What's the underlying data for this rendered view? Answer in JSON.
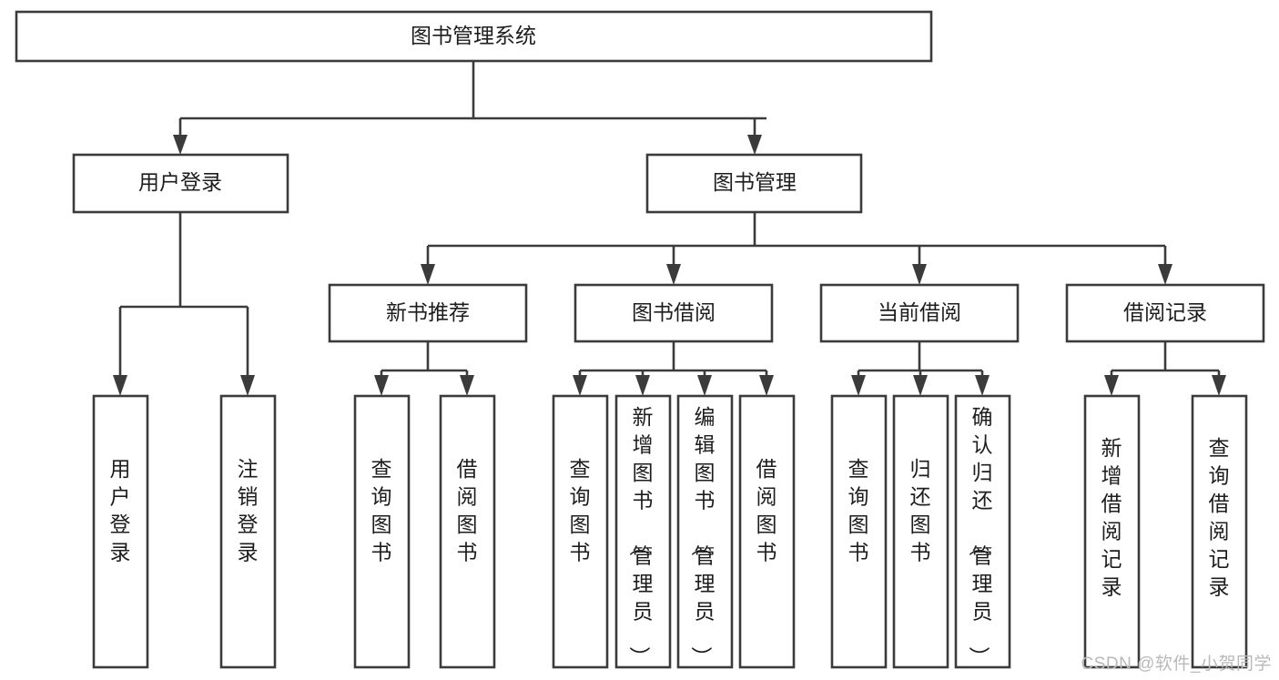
{
  "diagram": {
    "title": "图书管理系统",
    "type": "tree",
    "orientation": "top-down",
    "colors": {
      "stroke": "#3b3b3b",
      "fill": "#ffffff",
      "text": "#1d1d1d",
      "watermark": "#b9b9b9"
    },
    "root": {
      "id": "root",
      "label": "图书管理系统"
    },
    "level1": [
      {
        "id": "user-login",
        "label": "用户登录"
      },
      {
        "id": "book-manage",
        "label": "图书管理"
      }
    ],
    "level2": [
      {
        "id": "new-book-recommend",
        "label": "新书推荐",
        "parent": "book-manage"
      },
      {
        "id": "book-borrow",
        "label": "图书借阅",
        "parent": "book-manage"
      },
      {
        "id": "current-borrow",
        "label": "当前借阅",
        "parent": "book-manage"
      },
      {
        "id": "borrow-record",
        "label": "借阅记录",
        "parent": "book-manage"
      }
    ],
    "leaves": {
      "user-login": [
        {
          "id": "leaf-user-login",
          "label": "用户登录"
        },
        {
          "id": "leaf-user-logout",
          "label": "注销登录"
        }
      ],
      "new-book-recommend": [
        {
          "id": "leaf-query-book-1",
          "label": "查询图书"
        },
        {
          "id": "leaf-borrow-book-1",
          "label": "借阅图书"
        }
      ],
      "book-borrow": [
        {
          "id": "leaf-query-book-2",
          "label": "查询图书"
        },
        {
          "id": "leaf-add-book",
          "label": "新增图书（管理员）"
        },
        {
          "id": "leaf-edit-book",
          "label": "编辑图书（管理员）"
        },
        {
          "id": "leaf-borrow-book-2",
          "label": "借阅图书"
        }
      ],
      "current-borrow": [
        {
          "id": "leaf-query-book-3",
          "label": "查询图书"
        },
        {
          "id": "leaf-return-book",
          "label": "归还图书"
        },
        {
          "id": "leaf-confirm-return",
          "label": "确认归还（管理员）"
        }
      ],
      "borrow-record": [
        {
          "id": "leaf-add-record",
          "label": "新增借阅记录"
        },
        {
          "id": "leaf-query-record",
          "label": "查询借阅记录"
        }
      ]
    }
  },
  "watermark": {
    "text": "CSDN @软件_小贺同学"
  }
}
